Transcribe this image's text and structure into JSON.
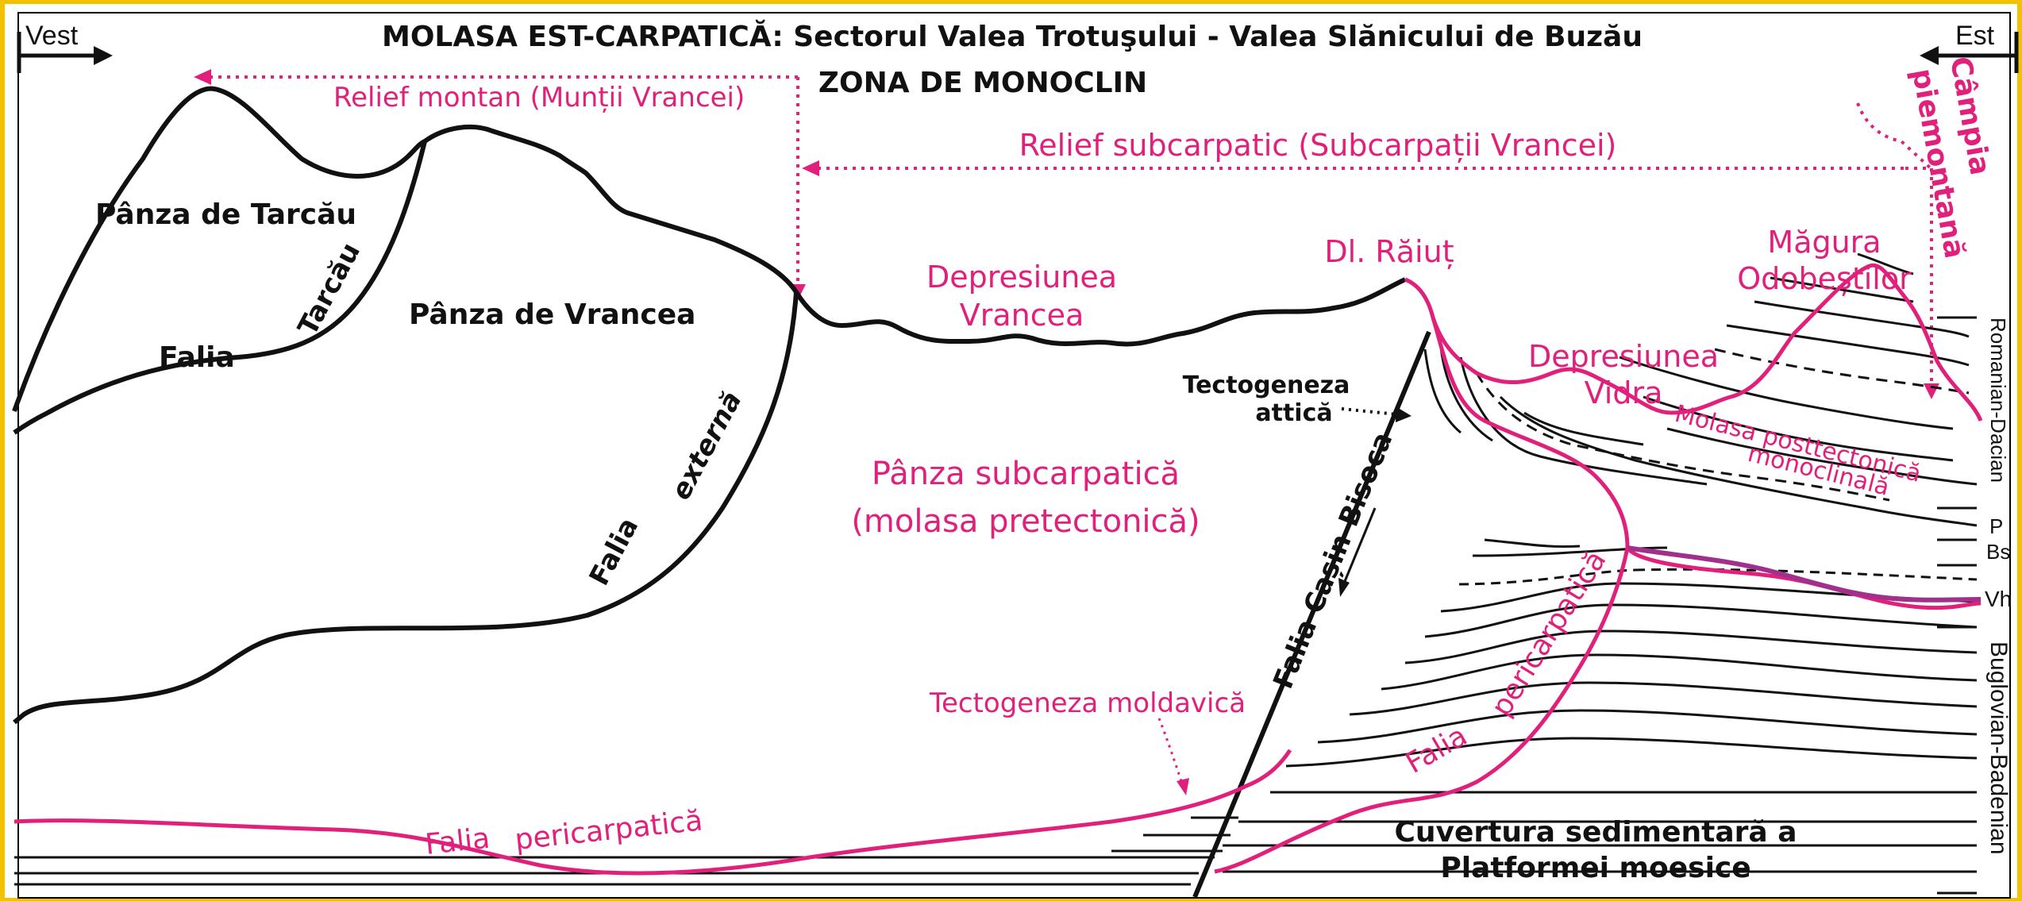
{
  "title": "MOLASA EST-CARPATICĂ: Sectorul Valea Trotuşului - Valea Slănicului de Buzău",
  "subtitle": "ZONA DE MONOCLIN",
  "orientation": {
    "west": "Vest",
    "east": "Est"
  },
  "colors": {
    "accent": "#e0207a",
    "frame": "#f2c200",
    "line": "#111111",
    "violet": "#a0308c"
  },
  "labels": {
    "relief_montan": "Relief montan (Munții Vrancei)",
    "relief_subcarpatic": "Relief subcarpatic (Subcarpații Vrancei)",
    "campia_1": "Câmpia",
    "campia_2": "piemontană",
    "panza_tarcau": "Pânza de Tarcău",
    "panza_vrancea": "Pânza de Vrancea",
    "falia": "Falia",
    "tarcau": "Tarcău",
    "falia_externa_1": "Falia",
    "falia_externa_2": "externă",
    "depresiunea_vrancea_1": "Depresiunea",
    "depresiunea_vrancea_2": "Vrancea",
    "dl_raiut": "Dl. Răiuț",
    "magura_1": "Măgura",
    "magura_2": "Odobeștilor",
    "depresiunea_vidra_1": "Depresiunea",
    "depresiunea_vidra_2": "Vidra",
    "tectogeneza_attica_1": "Tectogeneza",
    "tectogeneza_attica_2": "attică",
    "molasa_post_1": "Molasa posttectonică",
    "molasa_post_2": "monoclinală",
    "panza_subcarpatica_1": "Pânza subcarpatică",
    "panza_subcarpatica_2": "(molasa pretectonică)",
    "falia_casin": "Falia Cașin-Bisoca",
    "falia_pericarpatica_right_1": "Falia",
    "falia_pericarpatica_right_2": "pericarpatică",
    "tectogeneza_moldavica": "Tectogeneza moldavică",
    "falia_pericarpatica_bottom_1": "Falia",
    "falia_pericarpatica_bottom_2": "pericarpatică",
    "cuvertura_1": "Cuvertura sedimentară a",
    "cuvertura_2": "Platformei moesice"
  },
  "stratigraphy": {
    "romanian_dacian": "Romanian-Dacian",
    "p": "P",
    "bs": "Bs",
    "vh": "Vh",
    "buglovian_badenian": "Buglovian-Badenian"
  }
}
